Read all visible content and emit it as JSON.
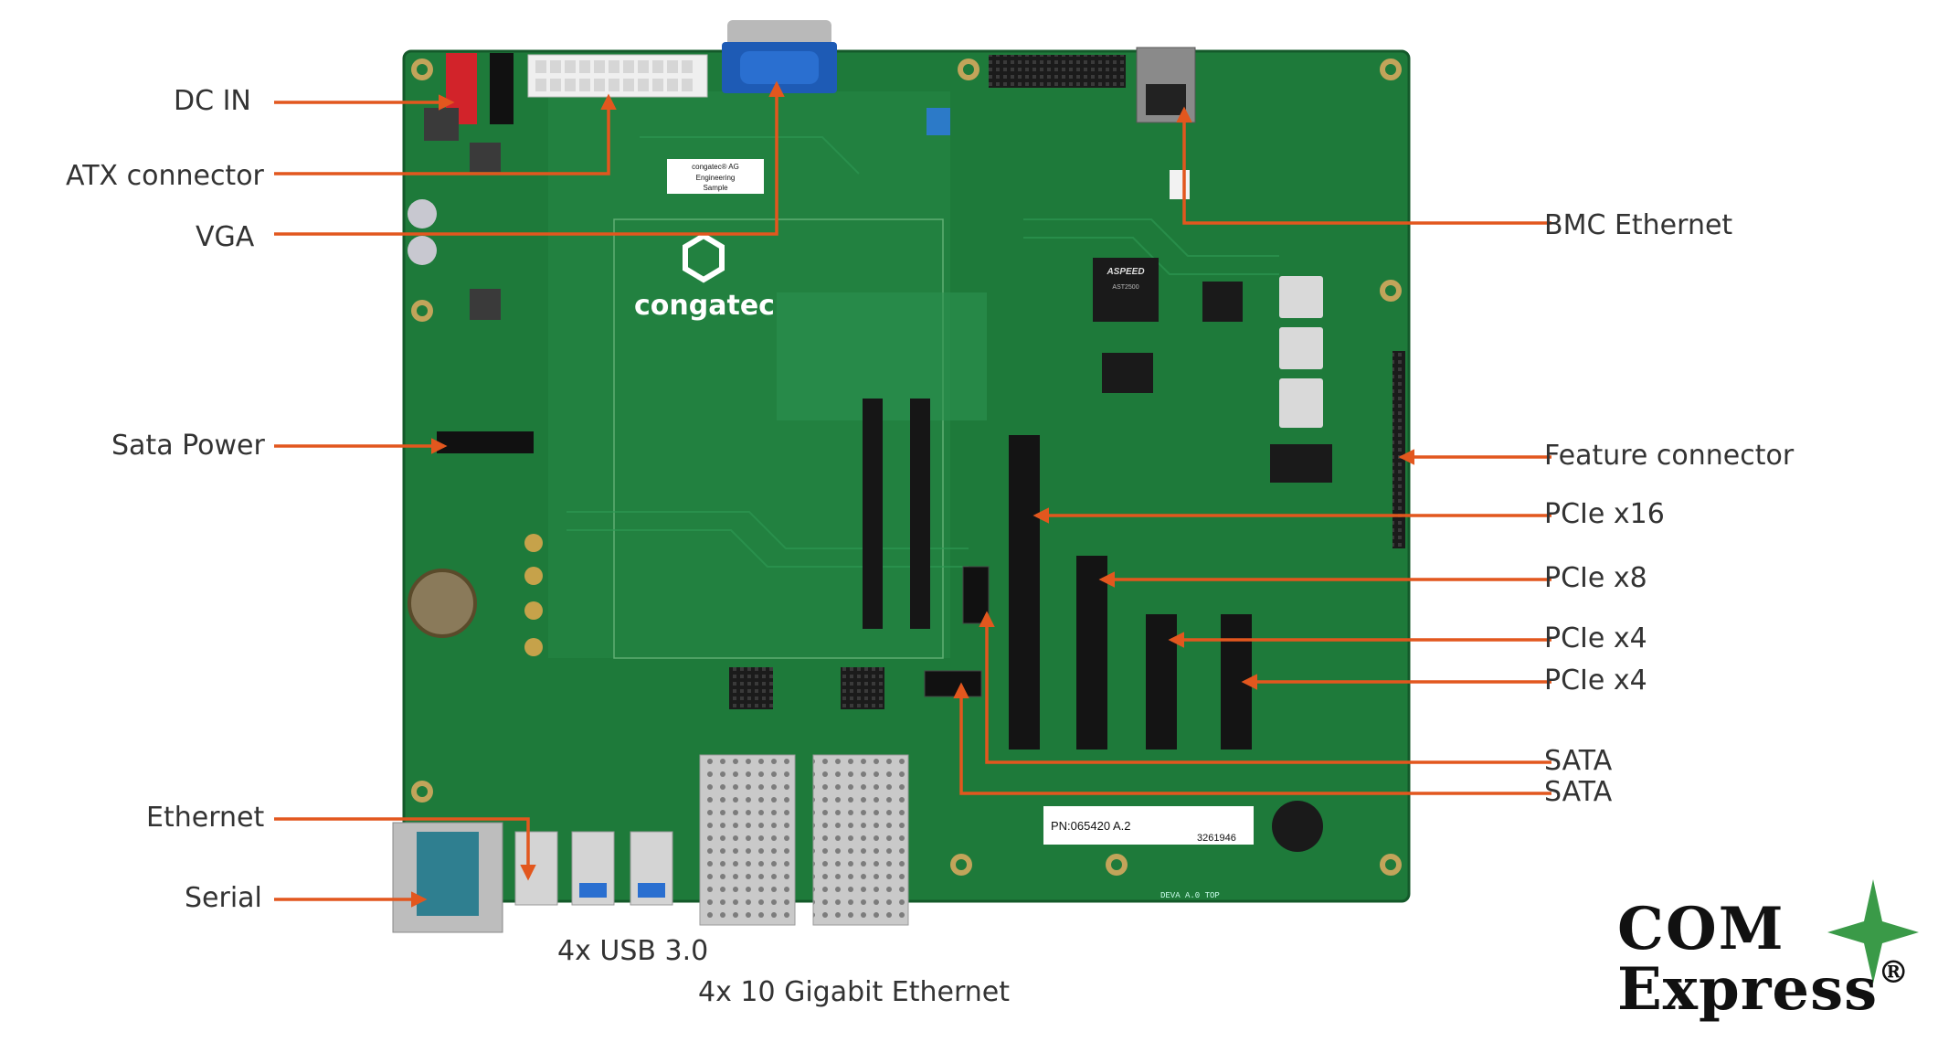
{
  "labels_left": {
    "dc_in": "DC IN",
    "atx": "ATX connector",
    "vga": "VGA",
    "sata_power": "Sata Power",
    "ethernet": "Ethernet",
    "serial": "Serial"
  },
  "labels_right": {
    "bmc_ethernet": "BMC Ethernet",
    "feature_connector": "Feature connector",
    "pcie_x16": "PCIe x16",
    "pcie_x8": "PCIe x8",
    "pcie_x4_a": "PCIe x4",
    "pcie_x4_b": "PCIe x4",
    "sata_a": "SATA",
    "sata_b": "SATA"
  },
  "labels_bottom": {
    "usb": "4x USB 3.0",
    "ten_gbe": "4x 10 Gigabit Ethernet"
  },
  "board": {
    "brand": "congatec",
    "sticker_company": "congatec® AG",
    "sticker_line1": "Engineering",
    "sticker_line2": "Sample",
    "chip_brand": "ASPEED",
    "chip_model": "AST2500",
    "pn_label": "PN:065420 A.2",
    "serial_label": "3261946",
    "silk_bottom": "DEVA A.0 TOP"
  },
  "logo": {
    "line1": "COM",
    "line2": "Express",
    "reg": "®"
  },
  "colors": {
    "arrow": "#e2571e",
    "pcb": "#1e7a3a",
    "text": "#333333",
    "star": "#3a9a48"
  }
}
